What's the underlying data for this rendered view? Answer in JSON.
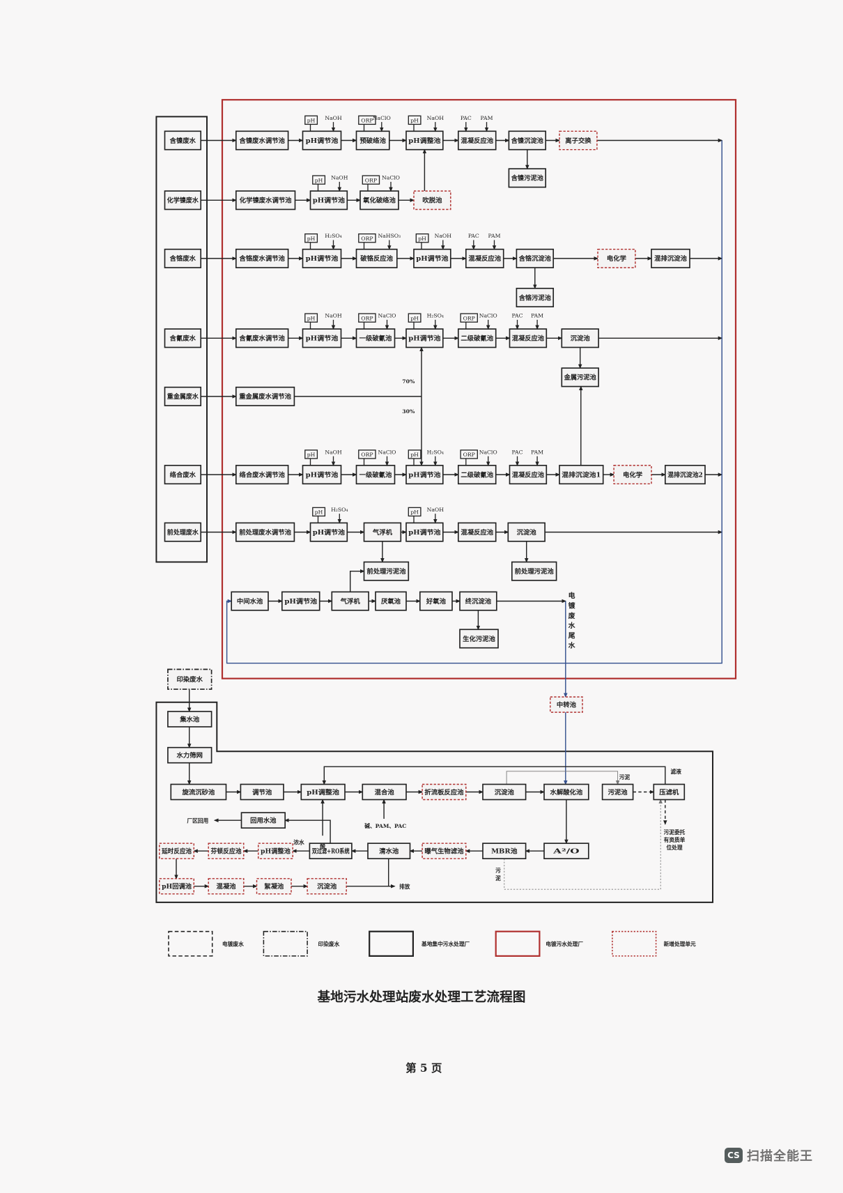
{
  "document": {
    "title": "基地污水处理站废水处理工艺流程图",
    "page": "第 5 页"
  },
  "watermark": {
    "logo": "CS",
    "text": "扫描全能王"
  },
  "colors": {
    "line": "#222222",
    "red": "#b0302f",
    "blue": "#34508e",
    "gray": "#888888"
  },
  "legend": [
    {
      "label": "电镀废水"
    },
    {
      "label": "印染废水"
    },
    {
      "label": "基地集中污水处理厂"
    },
    {
      "label": "电镀污水处理厂"
    },
    {
      "label": "新增处理单元"
    }
  ],
  "nodes": {
    "s1": {
      "label": "含镍废水"
    },
    "s2": {
      "label": "化学镍废水"
    },
    "s3": {
      "label": "含铬废水"
    },
    "s4": {
      "label": "含氰废水"
    },
    "s5": {
      "label": "重金属废水"
    },
    "s6": {
      "label": "络合废水"
    },
    "s7": {
      "label": "前处理废水"
    },
    "n1a": {
      "label": "含镍废水调节池"
    },
    "n1b": {
      "label": "pH调节池",
      "sensor": "pH",
      "chem": "NaOH"
    },
    "n1c": {
      "label": "预破络池",
      "sensor": "ORP",
      "chem": "NaClO"
    },
    "n1d": {
      "label": "pH调整池",
      "sensor": "pH",
      "chem": "NaOH"
    },
    "n1e": {
      "label": "混凝反应池",
      "chems": [
        "PAC",
        "PAM"
      ]
    },
    "n1f": {
      "label": "含镍沉淀池"
    },
    "n1g": {
      "label": "离子交换"
    },
    "n1s": {
      "label": "含镍污泥池"
    },
    "n2a": {
      "label": "化学镍废水调节池"
    },
    "n2b": {
      "label": "pH调节池",
      "sensor": "pH",
      "chem": "NaOH"
    },
    "n2c": {
      "label": "氧化破络池",
      "sensor": "ORP",
      "chem": "NaClO"
    },
    "n2d": {
      "label": "吹脱池"
    },
    "n3a": {
      "label": "含铬废水调节池"
    },
    "n3b": {
      "label": "pH调节池",
      "sensor": "pH",
      "chem": "H₂SO₄"
    },
    "n3c": {
      "label": "破铬反应池",
      "sensor": "ORP",
      "chem": "NaHSO₃"
    },
    "n3d": {
      "label": "pH调节池",
      "sensor": "pH",
      "chem": "NaOH"
    },
    "n3e": {
      "label": "混凝反应池",
      "chems": [
        "PAC",
        "PAM"
      ]
    },
    "n3f": {
      "label": "含铬沉淀池"
    },
    "n3g": {
      "label": "电化学"
    },
    "n3h": {
      "label": "混排沉淀池"
    },
    "n3s": {
      "label": "含铬污泥池"
    },
    "n4a": {
      "label": "含氰废水调节池"
    },
    "n4b": {
      "label": "pH调节池",
      "sensor": "pH",
      "chem": "NaOH"
    },
    "n4c": {
      "label": "一级破氰池",
      "sensor": "ORP",
      "chem": "NaClO"
    },
    "n4d": {
      "label": "pH调节池",
      "sensor": "pH",
      "chem": "H₂SO₄"
    },
    "n4e": {
      "label": "二级破氰池",
      "sensor": "ORP",
      "chem": "NaClO"
    },
    "n4f": {
      "label": "混凝反应池",
      "chems": [
        "PAC",
        "PAM"
      ]
    },
    "n4g": {
      "label": "沉淀池"
    },
    "n4s": {
      "label": "金属污泥池"
    },
    "n5a": {
      "label": "重金属废水调节池"
    },
    "n6a": {
      "label": "络合废水调节池"
    },
    "n6b": {
      "label": "pH调节池",
      "sensor": "pH",
      "chem": "NaOH"
    },
    "n6c": {
      "label": "一级破氰池",
      "sensor": "ORP",
      "chem": "NaClO"
    },
    "n6d": {
      "label": "pH调节池",
      "sensor": "pH",
      "chem": "H₂SO₄"
    },
    "n6e": {
      "label": "二级破氰池",
      "sensor": "ORP",
      "chem": "NaClO"
    },
    "n6f": {
      "label": "混凝反应池",
      "chems": [
        "PAC",
        "PAM"
      ]
    },
    "n6g": {
      "label": "混排沉淀池1"
    },
    "n6h": {
      "label": "电化学"
    },
    "n6i": {
      "label": "混排沉淀池2"
    },
    "n7a": {
      "label": "前处理废水调节池"
    },
    "n7b": {
      "label": "pH调节池",
      "sensor": "pH",
      "chem": "H₂SO₄"
    },
    "n7c": {
      "label": "气浮机"
    },
    "n7d": {
      "label": "pH调节池",
      "sensor": "pH",
      "chem": "NaOH"
    },
    "n7e": {
      "label": "混凝反应池"
    },
    "n7f": {
      "label": "沉淀池"
    },
    "n7s1": {
      "label": "前处理污泥池"
    },
    "n7s2": {
      "label": "前处理污泥池"
    },
    "n8a": {
      "label": "中间水池"
    },
    "n8b": {
      "label": "pH调节池"
    },
    "n8c": {
      "label": "气浮机"
    },
    "n8d": {
      "label": "厌氧池"
    },
    "n8e": {
      "label": "好氧池"
    },
    "n8f": {
      "label": "终沉淀池"
    },
    "n8s": {
      "label": "生化污泥池"
    },
    "n9": {
      "label": "中转池"
    },
    "p0": {
      "label": "印染废水"
    },
    "p1": {
      "label": "集水池"
    },
    "p2": {
      "label": "水力筛网"
    },
    "a1": {
      "label": "旋流沉砂池"
    },
    "a2": {
      "label": "调节池"
    },
    "a3": {
      "label": "pH调整池"
    },
    "a4": {
      "label": "混合池"
    },
    "a5": {
      "label": "折流板反应池"
    },
    "a6": {
      "label": "沉淀池"
    },
    "a7": {
      "label": "水解酸化池"
    },
    "a8": {
      "label": "污泥池"
    },
    "a9": {
      "label": "压滤机"
    },
    "b1": {
      "label": "回用水池"
    },
    "c1": {
      "label": "延时反应池"
    },
    "c2": {
      "label": "芬顿反应池"
    },
    "c3": {
      "label": "pH调整池"
    },
    "c4": {
      "label": "双过滤+RO系统"
    },
    "c5": {
      "label": "清水池"
    },
    "c6": {
      "label": "曝气生物滤池"
    },
    "c7": {
      "label": "MBR池"
    },
    "c8": {
      "label": "A²/O"
    },
    "d1": {
      "label": "pH回调池"
    },
    "d2": {
      "label": "混凝池"
    },
    "d3": {
      "label": "絮凝池"
    },
    "d4": {
      "label": "沉淀池"
    }
  },
  "labels": {
    "pct70": "70%",
    "pct30": "30%",
    "tail_water": "电镀废水尾水",
    "reuse": "厂区回用",
    "acid": "酸",
    "alkali": "碱、PAM、PAC",
    "concentrate": "浓水",
    "filtrate": "滤液",
    "sludge1": "污泥",
    "sludge2": "污泥",
    "sludge_disposal": "污泥委托有资质单位处理",
    "discharge": "排放"
  }
}
